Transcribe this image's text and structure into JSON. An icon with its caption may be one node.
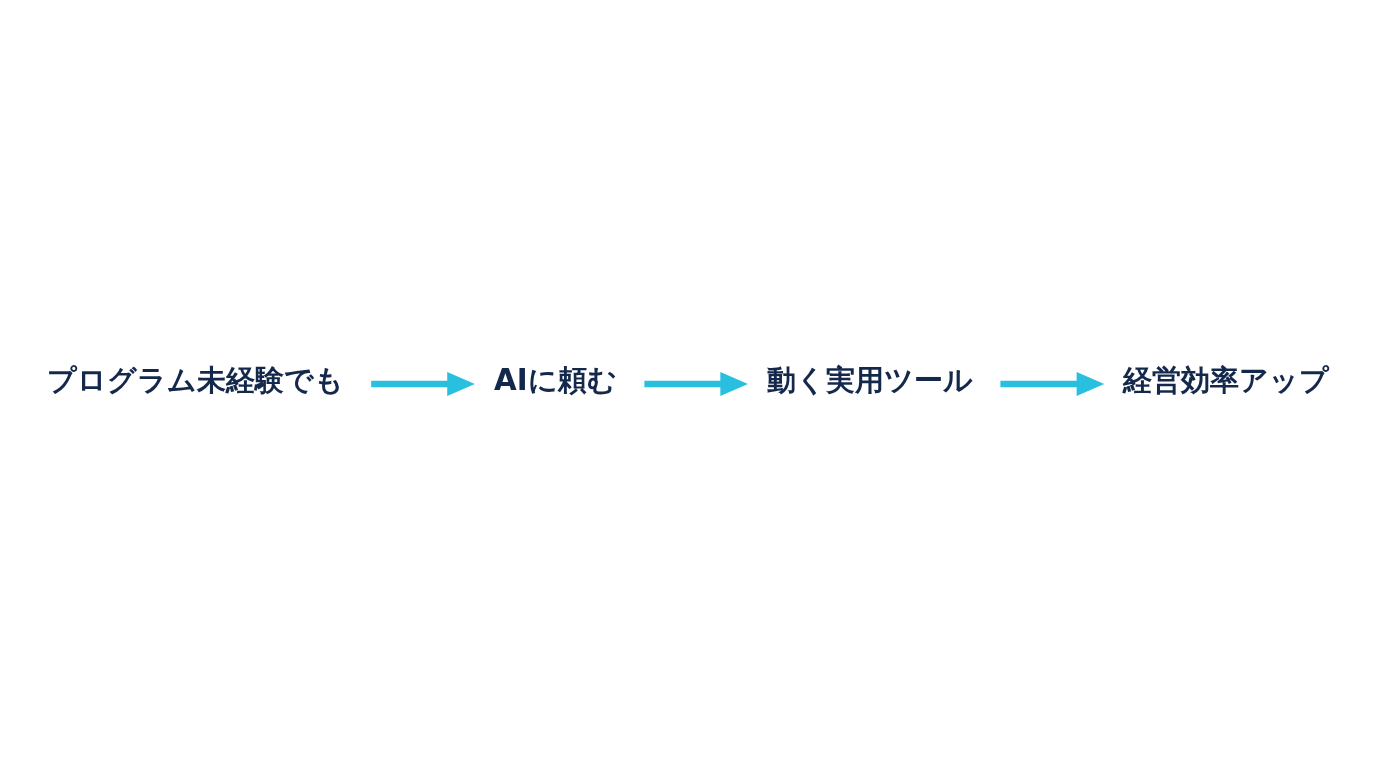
{
  "diagram": {
    "nodes": [
      {
        "text": [
          "プログラム未経験でも"
        ]
      },
      {
        "text": [
          "AIに頼む"
        ]
      },
      {
        "text": [
          "動く実用ツール"
        ]
      },
      {
        "text": [
          "経営効率アップ"
        ]
      }
    ],
    "edges": [
      {
        "from": 0,
        "to": 1,
        "arrow": "to"
      },
      {
        "from": 1,
        "to": 2,
        "arrow": "to"
      },
      {
        "from": 2,
        "to": 3,
        "arrow": "to"
      }
    ]
  }
}
